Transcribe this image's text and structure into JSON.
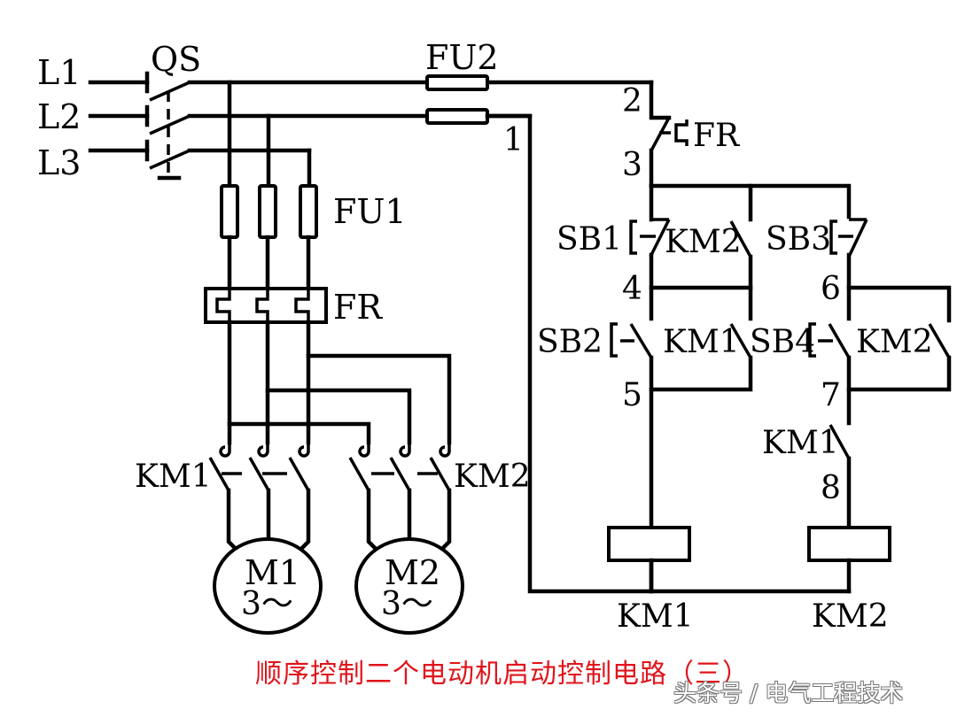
{
  "title": "顺序控制二个电动机启动控制电路（三）",
  "title_color": "#e0141b",
  "watermark": "头条号 / 电气工程技术",
  "power_lines": [
    "L1",
    "L2",
    "L3"
  ],
  "components": {
    "main_switch": "QS",
    "main_fuse": "FU1",
    "control_fuse": "FU2",
    "thermal_relay": "FR",
    "thermal_relay_contact": "FR",
    "contactor1_main": "KM1",
    "contactor2_main": "KM2",
    "motor1": {
      "name": "M1",
      "phase": "3～"
    },
    "motor2": {
      "name": "M2",
      "phase": "3～"
    }
  },
  "control": {
    "stop1": "SB1",
    "start1": "SB2",
    "stop2": "SB3",
    "start2": "SB4",
    "km2_parallel_sb1": "KM2",
    "km1_hold": "KM1",
    "km2_hold": "KM2",
    "km1_interlock": "KM1",
    "coil1": "KM1",
    "coil2": "KM2"
  },
  "nodes": [
    "1",
    "2",
    "3",
    "4",
    "5",
    "6",
    "7",
    "8"
  ]
}
